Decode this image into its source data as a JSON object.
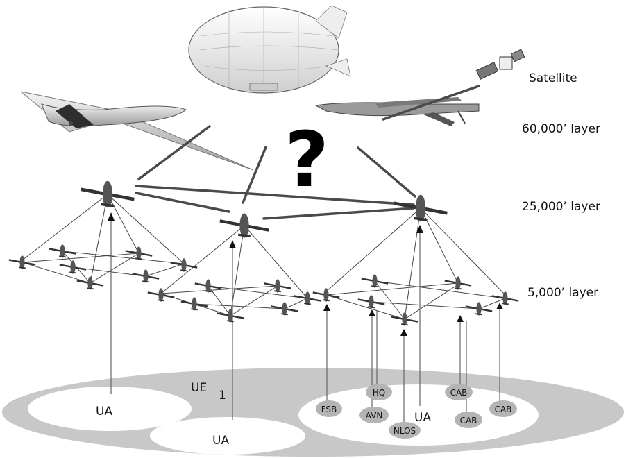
{
  "layers": {
    "satellite": "Satellite",
    "layer_60k": "60,000’ layer",
    "layer_25k": "25,000’ layer",
    "layer_5k": "5,000’ layer"
  },
  "question_mark": "?",
  "ground": {
    "ue_label": "UE",
    "ue_subscript": "1",
    "ua_left": "UA",
    "ua_bottom": "UA",
    "ua_right": "UA"
  },
  "nodes": {
    "fsb": "FSB",
    "hq": "HQ",
    "avn": "AVN",
    "nlos": "NLOS",
    "cab_top": "CAB",
    "cab_mid": "CAB",
    "cab_right": "CAB"
  },
  "colors": {
    "ground_fill": "#c8c8c8",
    "node_fill": "#b4b4b4",
    "link_dark": "#4a4a4a"
  }
}
